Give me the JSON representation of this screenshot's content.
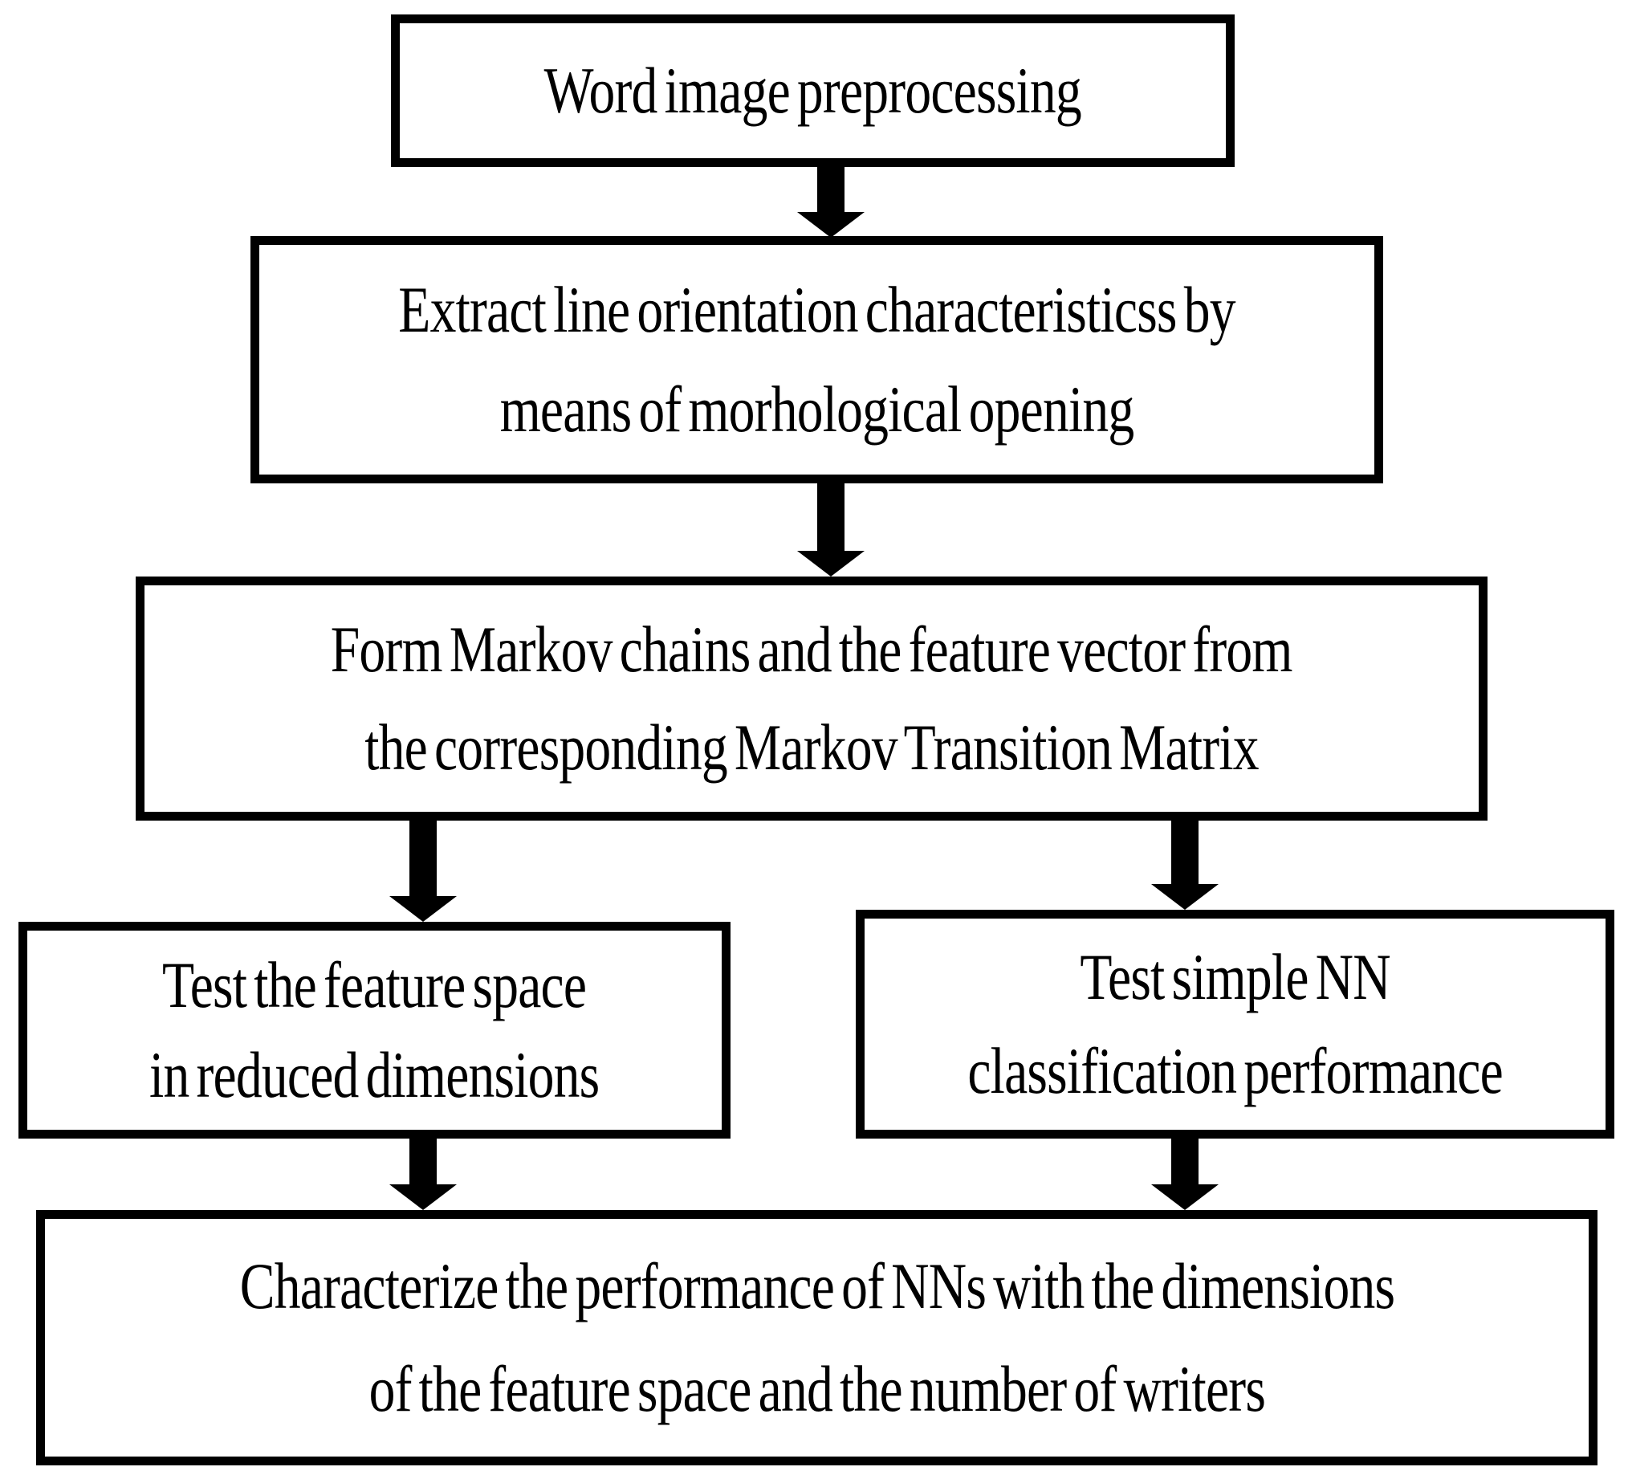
{
  "flowchart": {
    "background_color": "#ffffff",
    "border_color": "#000000",
    "text_color": "#000000",
    "nodes": [
      {
        "id": "word-image-preprocessing",
        "lines": [
          "Word image preprocessing"
        ]
      },
      {
        "id": "extract-line-orientation",
        "lines": [
          "Extract line orientation characteristicss by",
          "means of morhological opening"
        ]
      },
      {
        "id": "form-markov-chains",
        "lines": [
          "Form Markov chains and the feature vector from",
          "the corresponding Markov Transition Matrix"
        ]
      },
      {
        "id": "test-feature-space",
        "lines": [
          "Test the feature space",
          "in reduced dimensions"
        ]
      },
      {
        "id": "test-simple-nn",
        "lines": [
          "Test simple NN",
          "classification performance"
        ]
      },
      {
        "id": "characterize-performance",
        "lines": [
          "Characterize the performance of NNs with the dimensions",
          "of the feature space and the number of writers"
        ]
      }
    ],
    "edges": [
      {
        "from": "word-image-preprocessing",
        "to": "extract-line-orientation"
      },
      {
        "from": "extract-line-orientation",
        "to": "form-markov-chains"
      },
      {
        "from": "form-markov-chains",
        "to": "test-feature-space"
      },
      {
        "from": "form-markov-chains",
        "to": "test-simple-nn"
      },
      {
        "from": "test-feature-space",
        "to": "characterize-performance"
      },
      {
        "from": "test-simple-nn",
        "to": "characterize-performance"
      }
    ]
  }
}
